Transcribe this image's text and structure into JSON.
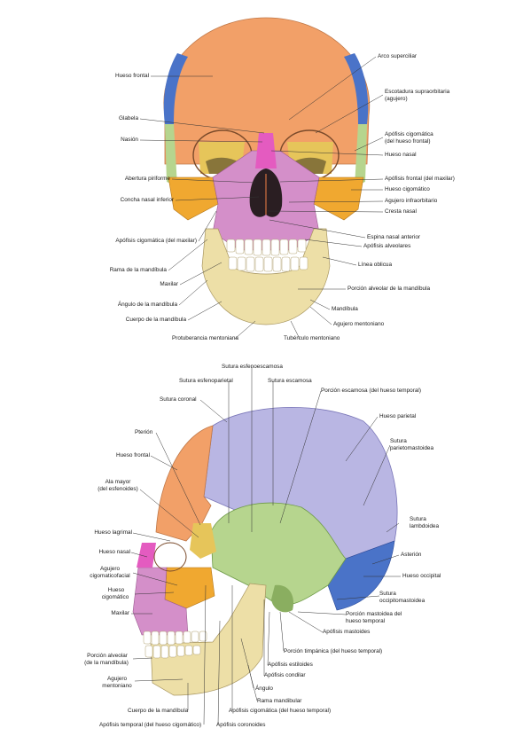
{
  "colors": {
    "frontal": "#f2a068",
    "parietal": "#b9b6e3",
    "temporal": "#b6d58e",
    "sphenoid": "#e6c55a",
    "occipital": "#4a73c8",
    "maxilla": "#d48fc9",
    "zygomatic": "#f0a830",
    "mandible": "#eddfa7",
    "nasal": "#e45bc0",
    "teeth": "#ffffff"
  },
  "front_view": {
    "labels": {
      "hueso_frontal": "Hueso frontal",
      "glabela": "Glabela",
      "nasion": "Nasión",
      "abertura_piriforme": "Abertura piriforme",
      "concha_nasal_inferior": "Concha nasal inferior",
      "apofisis_cigomatica_maxilar": "Apófisis cigomática (del maxilar)",
      "rama_mandibula": "Rama de la mandíbula",
      "maxilar": "Maxilar",
      "angulo_mandibula": "Ángulo de la mandíbula",
      "cuerpo_mandibula": "Cuerpo de la mandíbula",
      "protuberancia_mentoniana": "Protuberancia mentoniana",
      "arco_superciliar": "Arco superciliar",
      "escotadura_1": "Escotadura supraorbitaria",
      "escotadura_2": "(agujero)",
      "apofisis_cig_frontal_1": "Apófisis cigomática",
      "apofisis_cig_frontal_2": "(del hueso frontal)",
      "hueso_nasal": "Hueso nasal",
      "apofisis_frontal_maxilar": "Apófisis frontal (del maxilar)",
      "hueso_cigomatico": "Hueso cigomático",
      "agujero_infraorbitario": "Agujero infraorbitario",
      "cresta_nasal": "Cresta nasal",
      "espina_nasal": "Espina nasal anterior",
      "apofisis_alveolares": "Apófisis alveolares",
      "linea_oblicua": "Línea oblicua",
      "porcion_alveolar": "Porción alveolar de la mandíbula",
      "mandibula": "Mandíbula",
      "agujero_mentoniano": "Agujero mentoniano",
      "tuberculo_mentoniano": "Tubérculo mentoniano"
    }
  },
  "lateral_view": {
    "labels": {
      "sutura_esfenoescamosa": "Sutura esfenoescamosa",
      "sutura_esfenoparietal": "Sutura esfenoparietal",
      "sutura_escamosa": "Sutura escamosa",
      "sutura_coronal": "Sutura coronal",
      "porcion_escamosa": "Porción escamosa (del hueso temporal)",
      "hueso_parietal": "Hueso parietal",
      "pterion": "Pterión",
      "sutura_parieto_1": "Sutura",
      "sutura_parieto_2": "parietomastoidea",
      "hueso_frontal": "Hueso frontal",
      "ala_mayor_1": "Ala mayor",
      "ala_mayor_2": "(del esfenoides)",
      "sutura_lambdoidea_1": "Sutura",
      "sutura_lambdoidea_2": "lambdoidea",
      "hueso_lagrimal": "Hueso lagrimal",
      "asterion": "Asterión",
      "hueso_nasal": "Hueso nasal",
      "agujero_cig_1": "Agujero",
      "agujero_cig_2": "cigomaticofacial",
      "hueso_occipital": "Hueso occipital",
      "hueso_cig_1": "Hueso",
      "hueso_cig_2": "cigomático",
      "sutura_occipito_1": "Sutura",
      "sutura_occipito_2": "occipitomastoidea",
      "maxilar": "Maxilar",
      "porcion_mastoidea_1": "Porción mastoidea del",
      "porcion_mastoidea_2": "hueso temporal",
      "apofisis_mastoides": "Apófisis mastoides",
      "porcion_alveolar_1": "Porción alveolar",
      "porcion_alveolar_2": "(de la mandíbula)",
      "porcion_timpanica": "Porción timpánica (del hueso temporal)",
      "apofisis_estiloides": "Apófisis estiloides",
      "agujero_ment_1": "Agujero",
      "agujero_ment_2": "mentoniano",
      "apofisis_condilar": "Apófisis condilar",
      "angulo": "Ángulo",
      "rama_mandibular": "Rama mandibular",
      "cuerpo_mandibula": "Cuerpo de la mandíbula",
      "apofisis_cig_temporal": "Apófisis cigomática (del hueso temporal)",
      "apofisis_temporal_cig": "Apófisis temporal (del hueso cigomático)",
      "apofisis_coronoides": "Apófisis coronoides"
    }
  }
}
